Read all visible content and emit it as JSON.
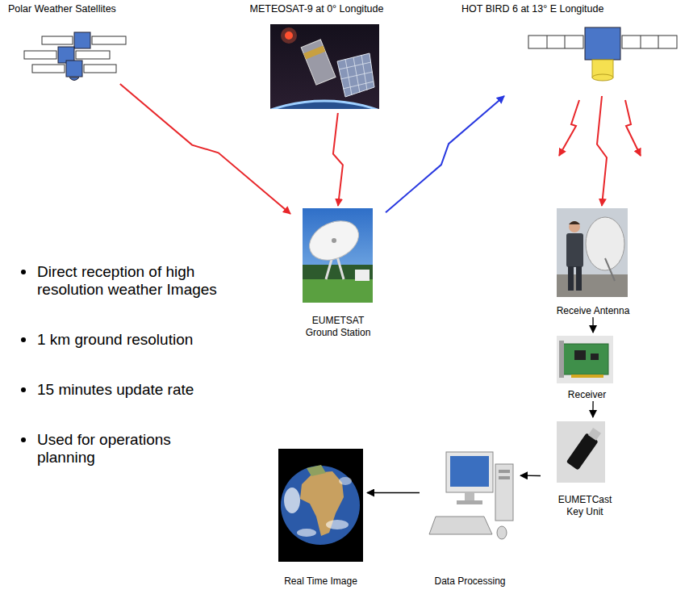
{
  "diagram": {
    "nodes": [
      {
        "text": [
          "Polar Weather Satellites"
        ]
      },
      {
        "text": [
          "METEOSAT-9 at 0° Longitude"
        ]
      },
      {
        "text": [
          "HOT BIRD 6 at 13° E Longitude"
        ]
      },
      {
        "text": [
          "EUMETSAT Ground Station"
        ]
      },
      {
        "text": [
          "Receive Antenna"
        ]
      },
      {
        "text": [
          "Receiver"
        ]
      },
      {
        "text": [
          "EUMETCast Key Unit"
        ]
      },
      {
        "text": [
          "Data Processing"
        ]
      },
      {
        "text": [
          "Real Time Image"
        ]
      }
    ],
    "edges": [
      {
        "from": 0,
        "to": 3,
        "arrow": "to"
      },
      {
        "from": 1,
        "to": 3,
        "arrow": "to"
      },
      {
        "from": 3,
        "to": 2,
        "arrow": "to"
      },
      {
        "from": 2,
        "to": 4,
        "arrow": "to"
      },
      {
        "from": 4,
        "to": 5,
        "arrow": "to"
      },
      {
        "from": 5,
        "to": 6,
        "arrow": "to"
      },
      {
        "from": 6,
        "to": 7,
        "arrow": "to"
      },
      {
        "from": 7,
        "to": 8,
        "arrow": "to"
      }
    ],
    "labels": [
      "Direct reception of high resolution weather Images",
      "1 km ground resolution",
      "15 minutes update rate",
      "Used for operations planning"
    ]
  }
}
